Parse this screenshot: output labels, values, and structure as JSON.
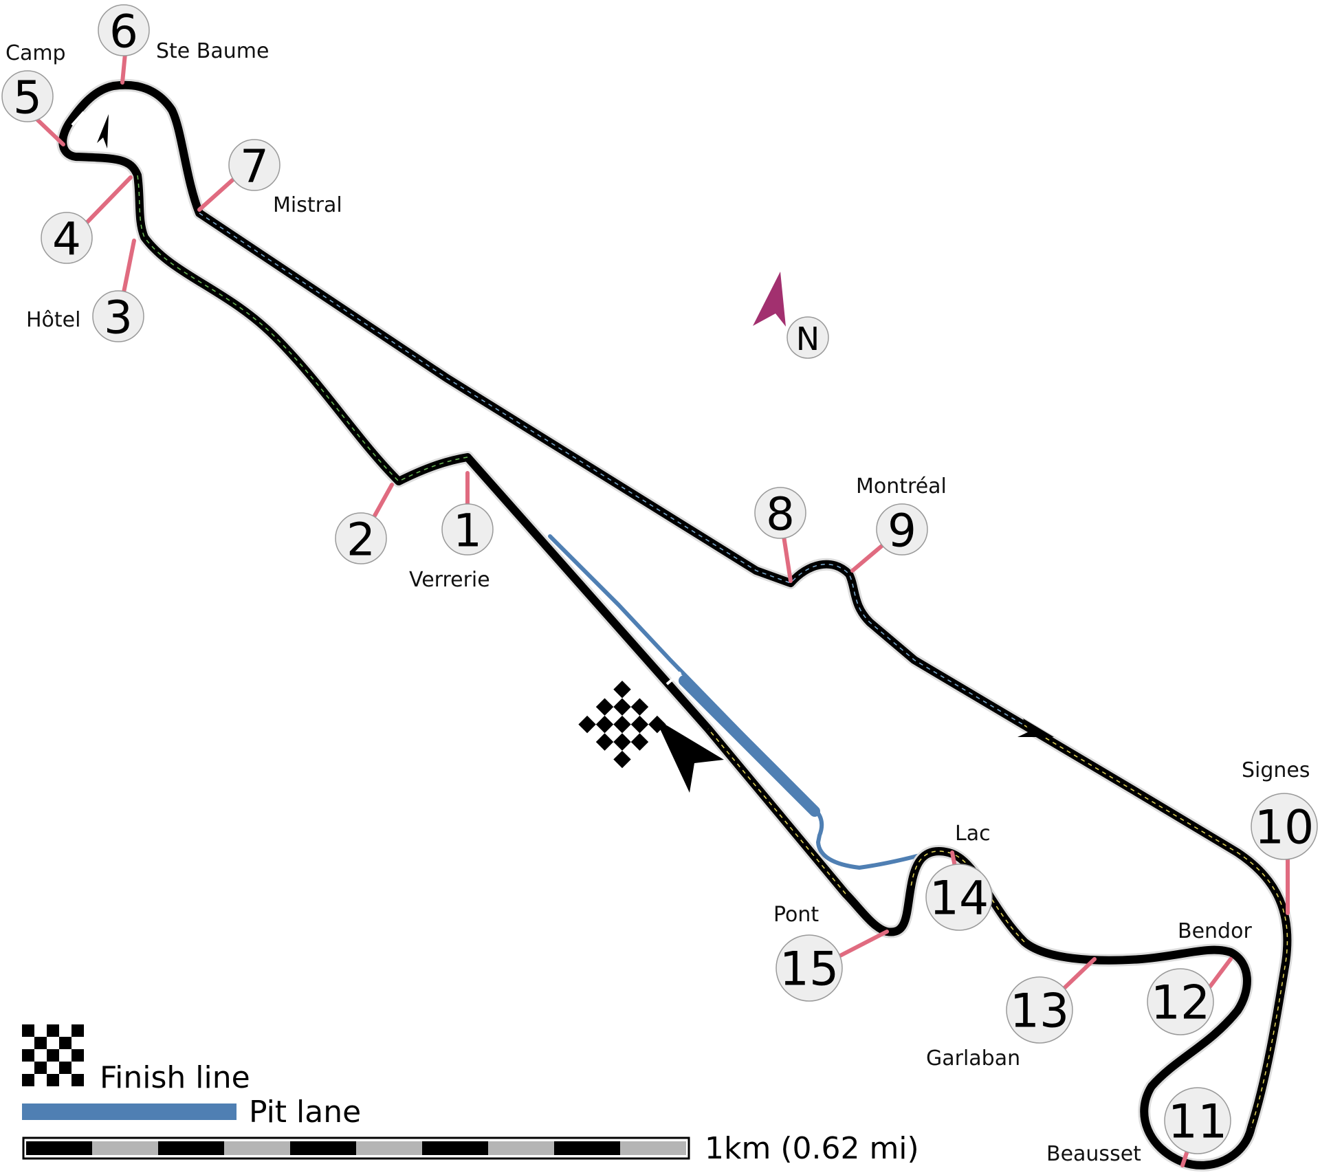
{
  "colors": {
    "track": "#000000",
    "track_edge": "#ffffff",
    "pit_lane": "#4f7fb3",
    "corner_line": "#e06b80",
    "north_arrow": "#a2306f",
    "badge_fill": "#eeeeee",
    "badge_stroke": "#999999"
  },
  "north": {
    "label": "N"
  },
  "corners": [
    {
      "number": "1",
      "name": "Verrerie"
    },
    {
      "number": "2",
      "name": ""
    },
    {
      "number": "3",
      "name": "Hôtel"
    },
    {
      "number": "4",
      "name": ""
    },
    {
      "number": "5",
      "name": "Camp"
    },
    {
      "number": "6",
      "name": "Ste Baume"
    },
    {
      "number": "7",
      "name": "Mistral"
    },
    {
      "number": "8",
      "name": ""
    },
    {
      "number": "9",
      "name": "Montréal"
    },
    {
      "number": "10",
      "name": "Signes"
    },
    {
      "number": "11",
      "name": "Beausset"
    },
    {
      "number": "12",
      "name": "Bendor"
    },
    {
      "number": "13",
      "name": "Garlaban"
    },
    {
      "number": "14",
      "name": "Lac"
    },
    {
      "number": "15",
      "name": "Pont"
    }
  ],
  "legend": {
    "finish_line": "Finish line",
    "pit_lane": "Pit lane"
  },
  "scale": {
    "label": "1km (0.62 mi)",
    "segments": 10
  }
}
